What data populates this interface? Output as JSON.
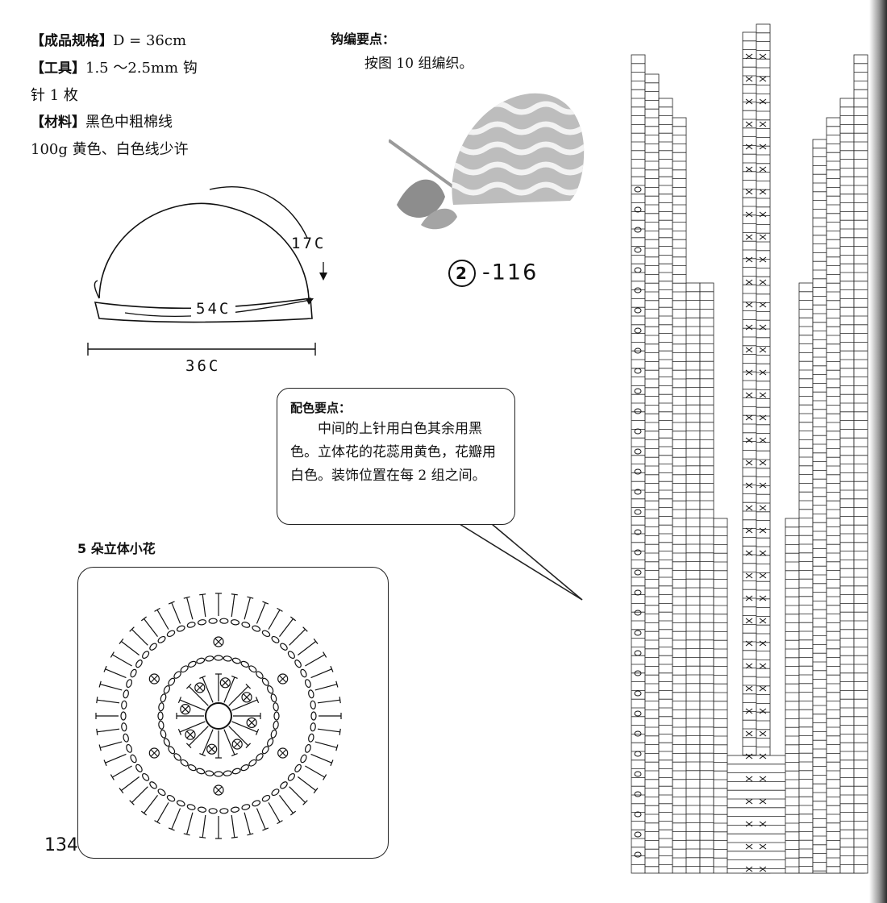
{
  "spec": {
    "size_label": "【成品规格】",
    "size_value": "D = 36cm",
    "tool_label": "【工具】",
    "tool_value": "1.5 ～2.5mm  钩",
    "tool_value_cont": "针 1 枚",
    "material_label": "【材料】",
    "material_value": "黑色中粗棉线",
    "material_value_cont": "100g 黄色、白色线少许"
  },
  "crochet_points": {
    "heading": "钩编要点：",
    "text": "按图 10 组编织。"
  },
  "diagram_code": {
    "number": "2",
    "suffix": "-116"
  },
  "hat_diagram": {
    "side_label": "17C",
    "circumference_label": "54C",
    "width_label": "36C"
  },
  "color_points": {
    "heading": "配色要点：",
    "text": "中间的上针用白色其余用黑色。立体花的花蕊用黄色，花瓣用白色。装饰位置在每 2 组之间。"
  },
  "flower": {
    "title": "5 朵立体小花"
  },
  "page": {
    "number": "134"
  }
}
